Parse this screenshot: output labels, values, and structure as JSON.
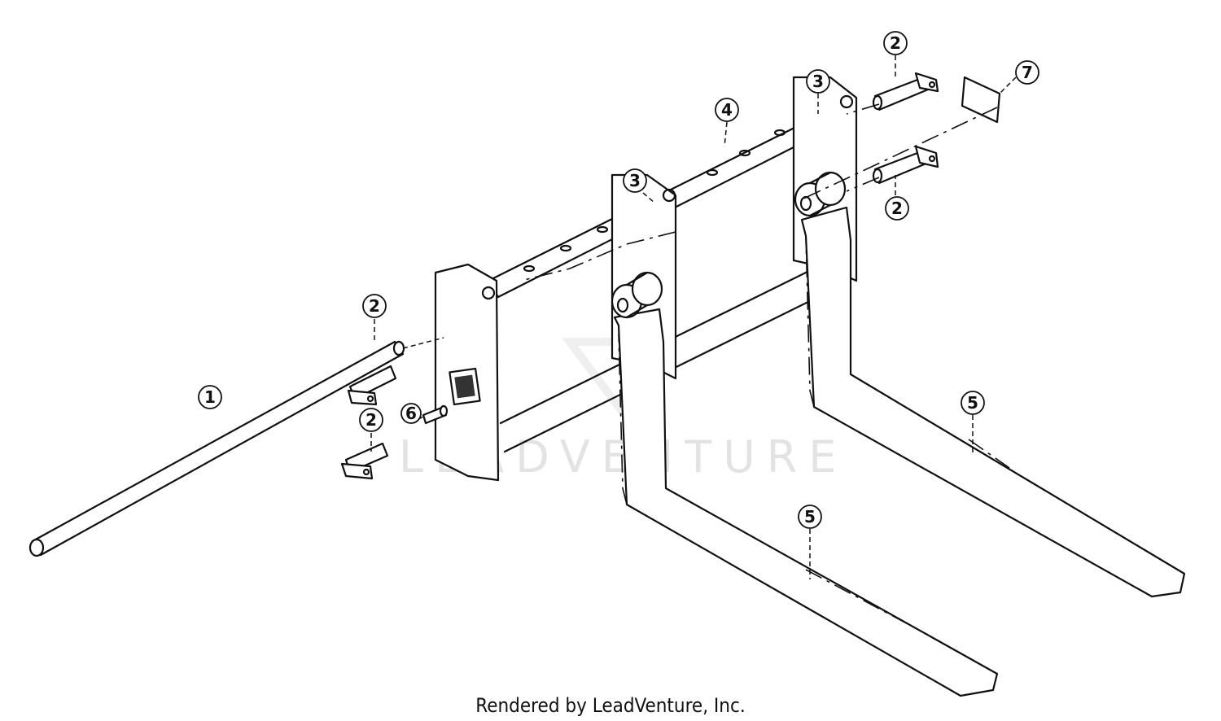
{
  "callouts": [
    {
      "number": "1"
    },
    {
      "number": "2"
    },
    {
      "number": "2"
    },
    {
      "number": "2"
    },
    {
      "number": "2"
    },
    {
      "number": "3"
    },
    {
      "number": "3"
    },
    {
      "number": "4"
    },
    {
      "number": "5"
    },
    {
      "number": "5"
    },
    {
      "number": "6"
    },
    {
      "number": "7"
    }
  ],
  "watermark": "LEADVENTURE",
  "footer": "Rendered by LeadVenture, Inc."
}
